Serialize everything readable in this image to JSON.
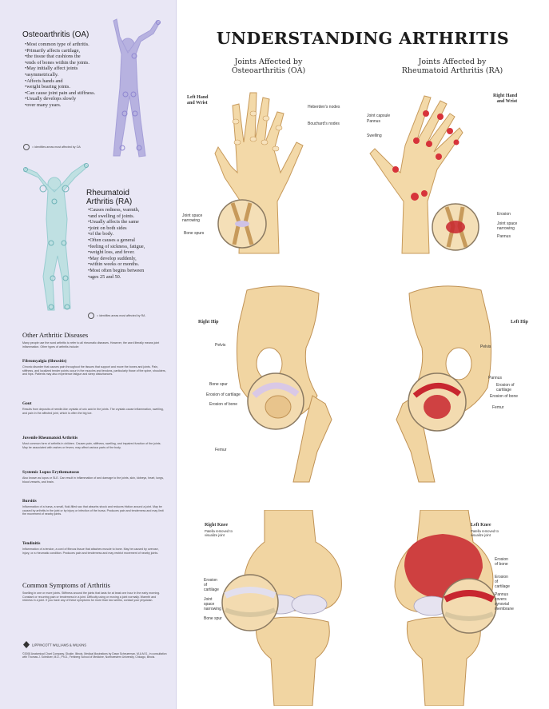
{
  "poster": {
    "title": "UNDERSTANDING ARTHRITIS",
    "col_oa": [
      "Joints Affected by",
      "Osteoarthritis (OA)"
    ],
    "col_ra": [
      "Joints Affected by",
      "Rheumatoid Arthritis (RA)"
    ]
  },
  "sidebar": {
    "oa": {
      "title": "Osteoarthritis (OA)",
      "bullets": [
        "Most common type of arthritis.",
        "Primarily affects cartilage,",
        "the tissue that cushions the",
        "ends of bones within the joints.",
        "May initially affect joints",
        "asymmetrically.",
        "Affects hands and",
        "weight bearing joints.",
        "Can cause joint pain and stiffness.",
        "Usually develops slowly",
        "over many years."
      ],
      "note": "= identifies areas most affected by OA"
    },
    "ra": {
      "title": [
        "Rheumatoid",
        "Arthritis (RA)"
      ],
      "bullets": [
        "Causes redness, warmth,",
        "and swelling of joints.",
        "Usually affects the same",
        "joint on both sides",
        "of the body.",
        "Often causes a general",
        "feeling of sickness, fatigue,",
        "weight loss, and fever.",
        "May develop suddenly,",
        "within weeks or months.",
        "Most often begins between",
        "ages 25 and 50."
      ],
      "note": "= identifies areas most affected by RA"
    },
    "other": {
      "title": "Other Arthritic Diseases",
      "intro": "Many people use the word arthritis to refer to all rheumatic diseases. However, the word literally means joint inflammation. Other types of arthritis include:",
      "diseases": [
        {
          "name": "Fibromyalgia (fibrositis)",
          "text": "Chronic disorder that causes pain throughout the tissues that support and move the bones and joints. Pain, stiffness, and localized tender points occur in the muscles and tendons, particularly those of the spine, shoulders, and hips. Patients may also experience fatigue and sleep disturbances."
        },
        {
          "name": "Gout",
          "text": "Results from deposits of needle-like crystals of uric acid in the joints. The crystals cause inflammation, swelling, and pain in the affected joint, which is often the big toe."
        },
        {
          "name": "Juvenile Rheumatoid Arthritis",
          "text": "Most common form of arthritis in children. Causes pain, stiffness, swelling, and impaired function of the joints. May be associated with rashes or fevers; may affect various parts of the body."
        },
        {
          "name": "Systemic Lupus Erythematosus",
          "text": "Also known as lupus or SLE. Can result in inflammation of and damage to the joints, skin, kidneys, heart, lungs, blood vessels, and brain."
        },
        {
          "name": "Bursitis",
          "text": "Inflammation of a bursa, a small, fluid-filled sac that absorbs shock and reduces friction around a joint. May be caused by arthritis in the joint or by injury or infection of the bursa. Produces pain and tenderness and may limit the movement of nearby joints."
        },
        {
          "name": "Tendinitis",
          "text": "Inflammation of a tendon, a cord of fibrous tissue that attaches muscle to bone. May be caused by overuse, injury, or a rheumatic condition. Produces pain and tenderness and may restrict movement of nearby joints."
        }
      ],
      "symptoms_title": "Common Symptoms of Arthritis",
      "symptoms": "Swelling in one or more joints. Stiffness around the joints that lasts for at least one hour in the early morning. Constant or recurring pain or tenderness in a joint. Difficulty using or moving a joint normally. Warmth and redness in a joint. If you have any of these symptoms for more than two weeks, contact your physician.",
      "logo": "LIPPINCOTT WILLIAMS & WILKINS",
      "copyright": "©2008 Anatomical Chart Company, Skokie, Illinois. Medical illustrations by Dawn Scheuerman, M.A.M.S., in consultation with Thomas J. Schnitzer, M.D., Ph.D., Feinberg School of Medicine, Northwestern University, Chicago, Illinois."
    }
  },
  "panels": {
    "hand_oa": {
      "title": [
        "Left Hand",
        "and Wrist"
      ],
      "labels": [
        "Heberden's nodes",
        "Bouchard's nodes",
        "Joint space narrowing",
        "Bone spurs"
      ]
    },
    "hand_ra": {
      "title": [
        "Right Hand",
        "and Wrist"
      ],
      "labels": [
        "Joint capsule",
        "Pannus",
        "Swelling",
        "Erosion",
        "Joint space narrowing",
        "Pannus"
      ]
    },
    "hip_oa": {
      "title": "Right Hip",
      "labels": [
        "Pelvis",
        "Bone spur",
        "Erosion of cartilage",
        "Erosion of bone",
        "Femur"
      ]
    },
    "hip_ra": {
      "title": "Left Hip",
      "labels": [
        "Pelvis",
        "Pannus",
        "Erosion of cartilage",
        "Erosion of bone",
        "Femur"
      ]
    },
    "knee_oa": {
      "title": "Right Knee",
      "subtitle": [
        "Patella removed to",
        "visualize joint"
      ],
      "labels": [
        "Erosion of cartilage",
        "Joint space narrowing",
        "Bone spur"
      ]
    },
    "knee_ra": {
      "title": "Left Knee",
      "subtitle": [
        "Patella removed to",
        "visualize joint"
      ],
      "labels": [
        "Erosion of bone",
        "Erosion of cartilage",
        "Pannus covers synovial membrane"
      ]
    }
  }
}
